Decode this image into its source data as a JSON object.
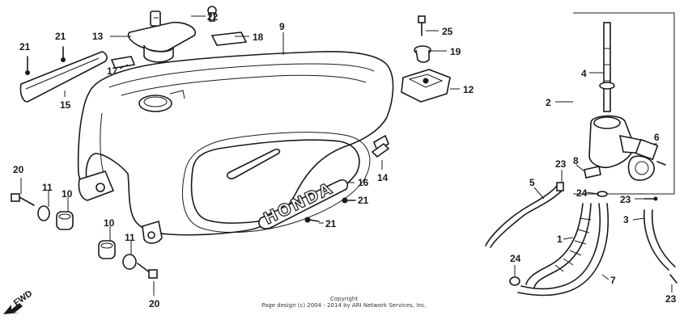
{
  "diagram": {
    "callouts": [
      {
        "id": "c1",
        "text": "1"
      },
      {
        "id": "c2",
        "text": "2"
      },
      {
        "id": "c3",
        "text": "3"
      },
      {
        "id": "c4",
        "text": "4"
      },
      {
        "id": "c5",
        "text": "5"
      },
      {
        "id": "c6",
        "text": "6"
      },
      {
        "id": "c7",
        "text": "7"
      },
      {
        "id": "c8",
        "text": "8"
      },
      {
        "id": "c9",
        "text": "9"
      },
      {
        "id": "c10a",
        "text": "10"
      },
      {
        "id": "c10b",
        "text": "10"
      },
      {
        "id": "c11a",
        "text": "11"
      },
      {
        "id": "c11b",
        "text": "11"
      },
      {
        "id": "c12",
        "text": "12"
      },
      {
        "id": "c13",
        "text": "13"
      },
      {
        "id": "c14",
        "text": "14"
      },
      {
        "id": "c15",
        "text": "15"
      },
      {
        "id": "c16",
        "text": "16"
      },
      {
        "id": "c17",
        "text": "17"
      },
      {
        "id": "c18",
        "text": "18"
      },
      {
        "id": "c19",
        "text": "19"
      },
      {
        "id": "c20a",
        "text": "20"
      },
      {
        "id": "c20b",
        "text": "20"
      },
      {
        "id": "c21a",
        "text": "21"
      },
      {
        "id": "c21b",
        "text": "21"
      },
      {
        "id": "c21c",
        "text": "21"
      },
      {
        "id": "c21d",
        "text": "21"
      },
      {
        "id": "c22",
        "text": "22"
      },
      {
        "id": "c23a",
        "text": "23"
      },
      {
        "id": "c23b",
        "text": "23"
      },
      {
        "id": "c23c",
        "text": "23"
      },
      {
        "id": "c24a",
        "text": "24"
      },
      {
        "id": "c24b",
        "text": "24"
      },
      {
        "id": "c25",
        "text": "25"
      }
    ],
    "emblem_text": "HONDA",
    "fwd_label": "FWD"
  },
  "copyright": {
    "title": "Copyright",
    "line": "Page design (c) 2004 - 2014 by ARI Network Services, Inc."
  }
}
